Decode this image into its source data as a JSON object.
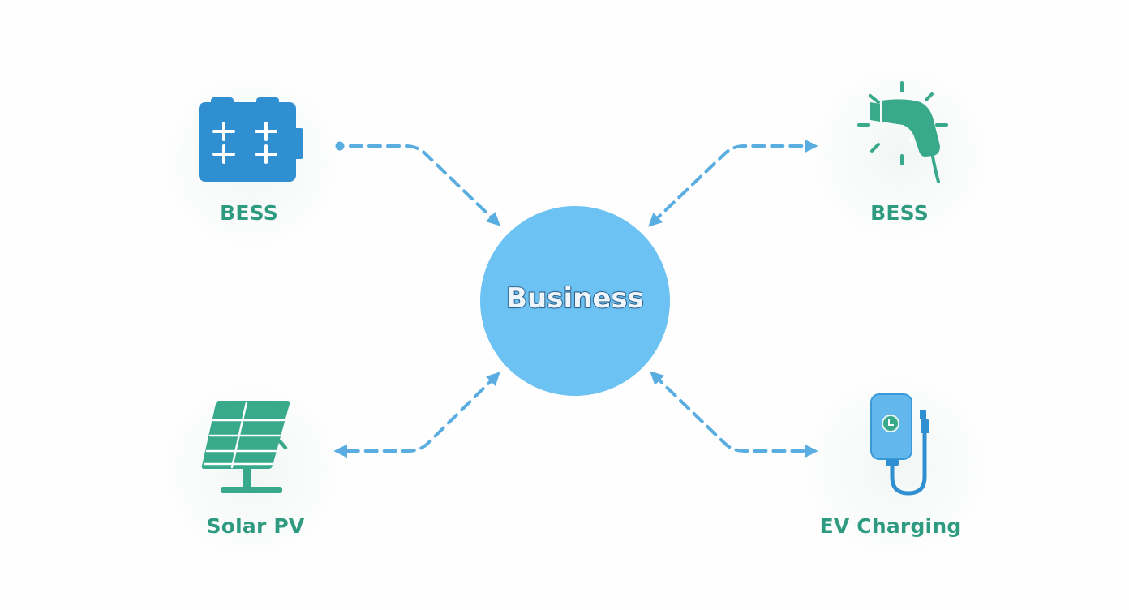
{
  "diagram": {
    "hub": {
      "label": "Business",
      "color": "#6cc2f2"
    },
    "nodes": [
      {
        "id": "bess-battery",
        "label": "BESS",
        "icon": "battery-icon",
        "color": "#2f8fd0"
      },
      {
        "id": "bess-charger",
        "label": "BESS",
        "icon": "charging-plug-icon",
        "color": "#38a98a"
      },
      {
        "id": "solar-pv",
        "label": "Solar PV",
        "icon": "solar-panel-icon",
        "color": "#38a98a"
      },
      {
        "id": "ev-charging",
        "label": "EV Charging",
        "icon": "ev-charger-icon",
        "color": "#4fb0e8"
      }
    ],
    "links": [
      {
        "from": "bess-battery",
        "to": "hub",
        "direction": "to-hub"
      },
      {
        "from": "hub",
        "to": "bess-charger",
        "direction": "bidirectional"
      },
      {
        "from": "hub",
        "to": "solar-pv",
        "direction": "bidirectional"
      },
      {
        "from": "hub",
        "to": "ev-charging",
        "direction": "bidirectional"
      }
    ],
    "link_color": "#5aade0",
    "label_color": "#2e9a80"
  }
}
